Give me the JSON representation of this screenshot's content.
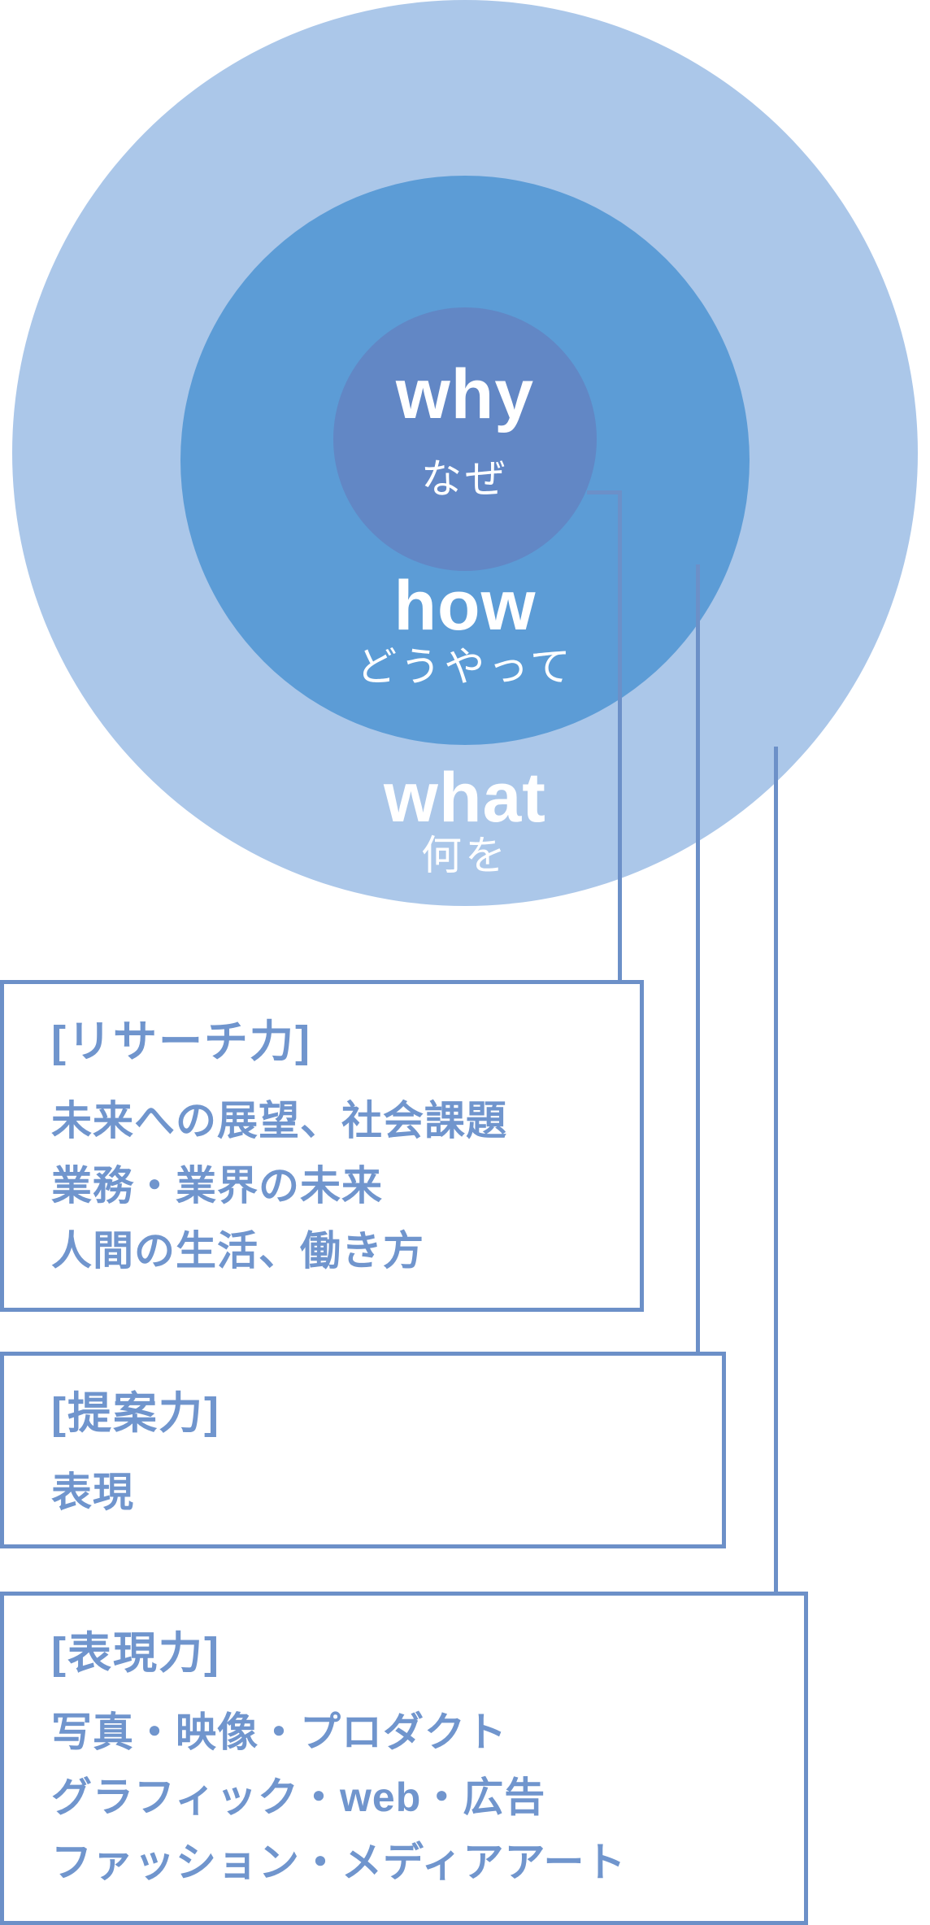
{
  "diagram": {
    "rings": [
      {
        "id": "why",
        "en": "why",
        "ja": "なぜ"
      },
      {
        "id": "how",
        "en": "how",
        "ja": "どうやって"
      },
      {
        "id": "what",
        "en": "what",
        "ja": "何を"
      }
    ],
    "boxes": [
      {
        "title": "[リサーチ力]",
        "lines": [
          "未来への展望、社会課題",
          "業務・業界の未来",
          "人間の生活、働き方"
        ]
      },
      {
        "title": "[提案力]",
        "lines": [
          "表現"
        ]
      },
      {
        "title": "[表現力]",
        "lines": [
          "写真・映像・プロダクト",
          "グラフィック・web・広告",
          "ファッション・メディアアート"
        ]
      }
    ],
    "colors": {
      "outer_circle": "#abc7e9",
      "middle_circle": "#5c9cd6",
      "inner_circle": "#6287c5",
      "connector_line": "#6c90c8",
      "box_border": "#6c90c8",
      "box_text": "#7095cd",
      "circle_text": "#ffffff"
    }
  }
}
